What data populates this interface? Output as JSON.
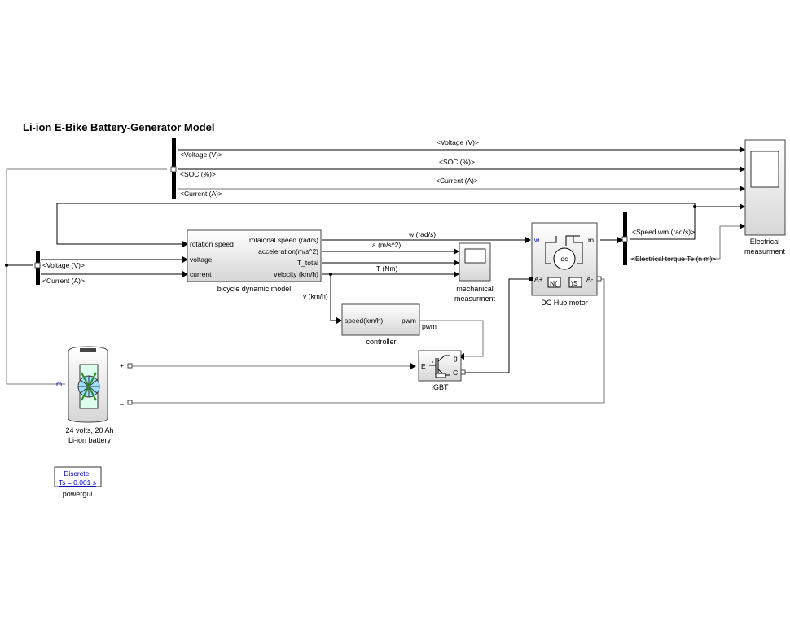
{
  "model": {
    "title": "Li-ion E-Bike Battery-Generator Model"
  },
  "blocks": {
    "battery": {
      "voltage_label": "24 volts, 20 Ah",
      "name": "Li-ion battery",
      "port_m": "m",
      "port_plus": "+",
      "port_minus": "_"
    },
    "bicycle": {
      "name": "bicycle dynamic model",
      "inputs": [
        "rotation speed",
        "voltage",
        "current"
      ],
      "outputs": [
        "rotaional speed (rad/s)",
        "acceleration(m/s^2)",
        "T_total",
        "velocity (km/h)"
      ]
    },
    "controller": {
      "name": "controller",
      "input": "speed(km/h)",
      "output": "pwm"
    },
    "igbt": {
      "name": "IGBT",
      "port_e": "E",
      "port_g": "g",
      "port_c": "C"
    },
    "motor": {
      "name": "DC Hub motor",
      "port_w": "w",
      "port_m": "m",
      "port_a_plus": "A+",
      "port_a_minus": "A-",
      "glyph_dc": "dc",
      "glyph_n": "N(",
      "glyph_s": ")S"
    },
    "mech_scope": {
      "name_line1": "mechanical",
      "name_line2": "measurment"
    },
    "elec_scope": {
      "name_line1": "Electrical",
      "name_line2": "measurment"
    },
    "powergui": {
      "line1": "Discrete,",
      "line2": "Ts = 0.001 s",
      "name": "powergui"
    }
  },
  "signals": {
    "bus_top": [
      "<Voltage (V)>",
      "<SOC (%)>",
      "<Current (A)>"
    ],
    "bus_top_right": [
      "<Voltage (V)>",
      "<SOC (%)>",
      "<Current (A)>"
    ],
    "bus_left": [
      "<Voltage (V)>",
      "<Current (A)>"
    ],
    "bus_motor": [
      "<Speed wm (rad/s)>",
      "<Electrical torque Te (n m)>"
    ],
    "w": "w (rad/s)",
    "a": "a (m/s^2)",
    "t": "T (Nm)",
    "v": "v (km/h)",
    "pwm": "pwm"
  }
}
